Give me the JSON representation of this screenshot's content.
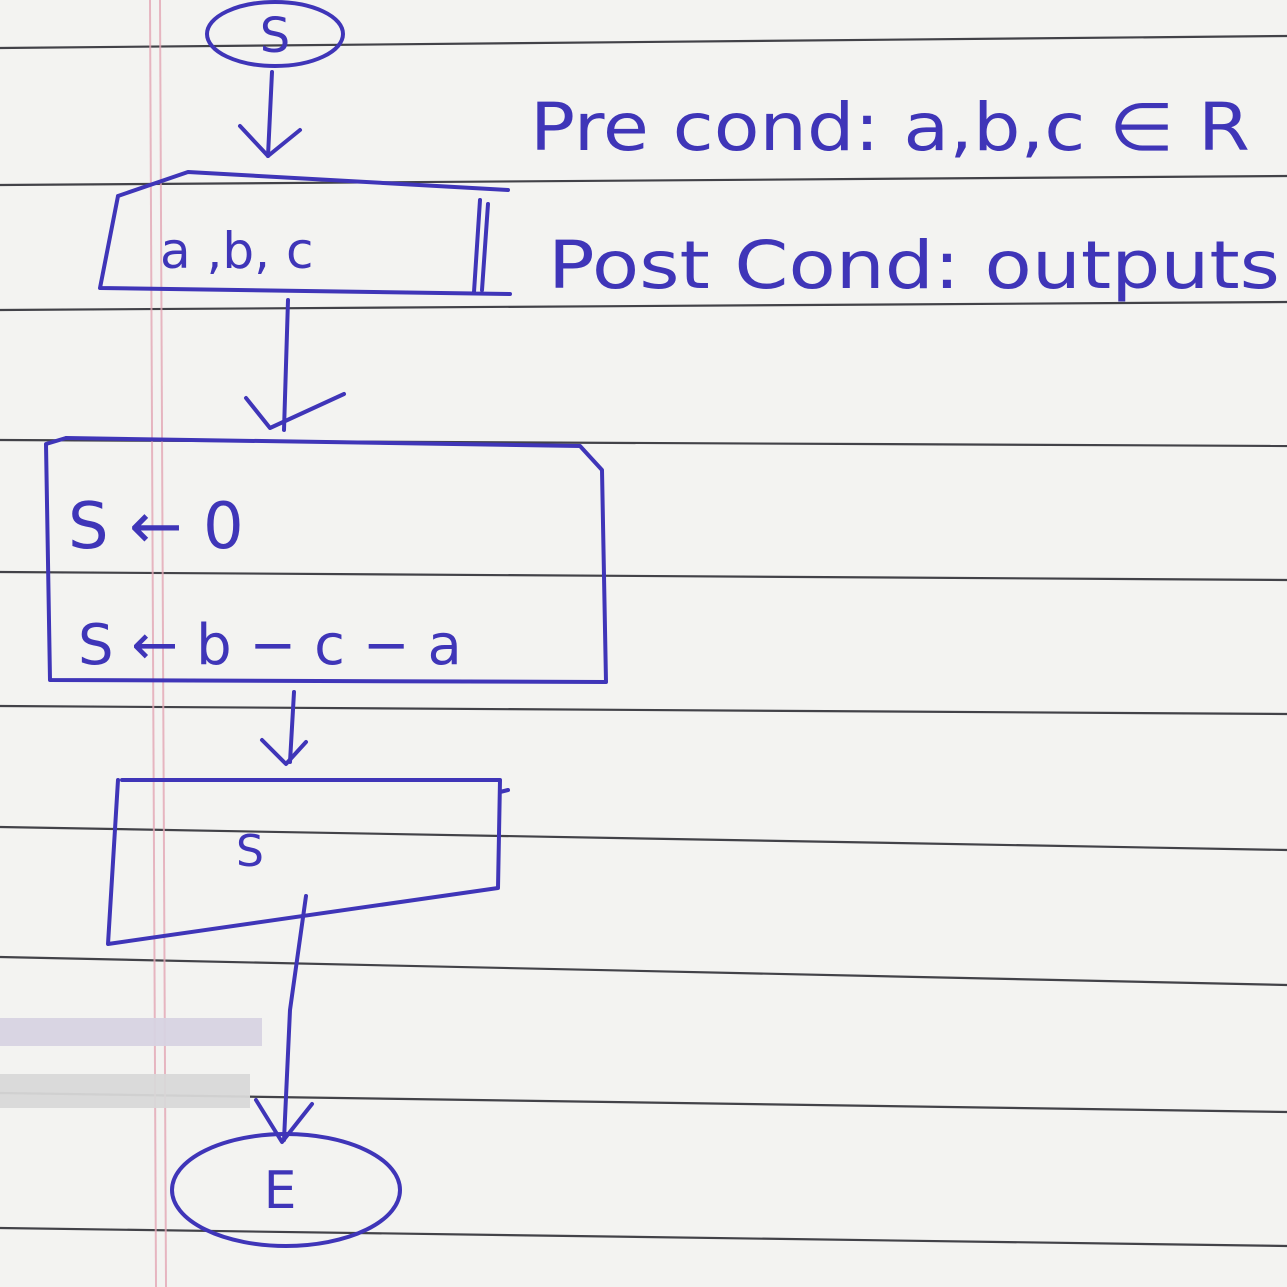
{
  "notes": {
    "precondition": "Pre cond: a,b,c ∈ R",
    "postcondition": "Post Cond: outputs"
  },
  "flowchart": {
    "start_label": "S",
    "input_label": "a ,b, c",
    "process_line_1": "S ← 0",
    "process_line_2": "S ← b − c − a",
    "output_label": "S",
    "end_label": "E"
  },
  "ink_color": "#3f35b8",
  "paper_color": "#f3f3f1"
}
